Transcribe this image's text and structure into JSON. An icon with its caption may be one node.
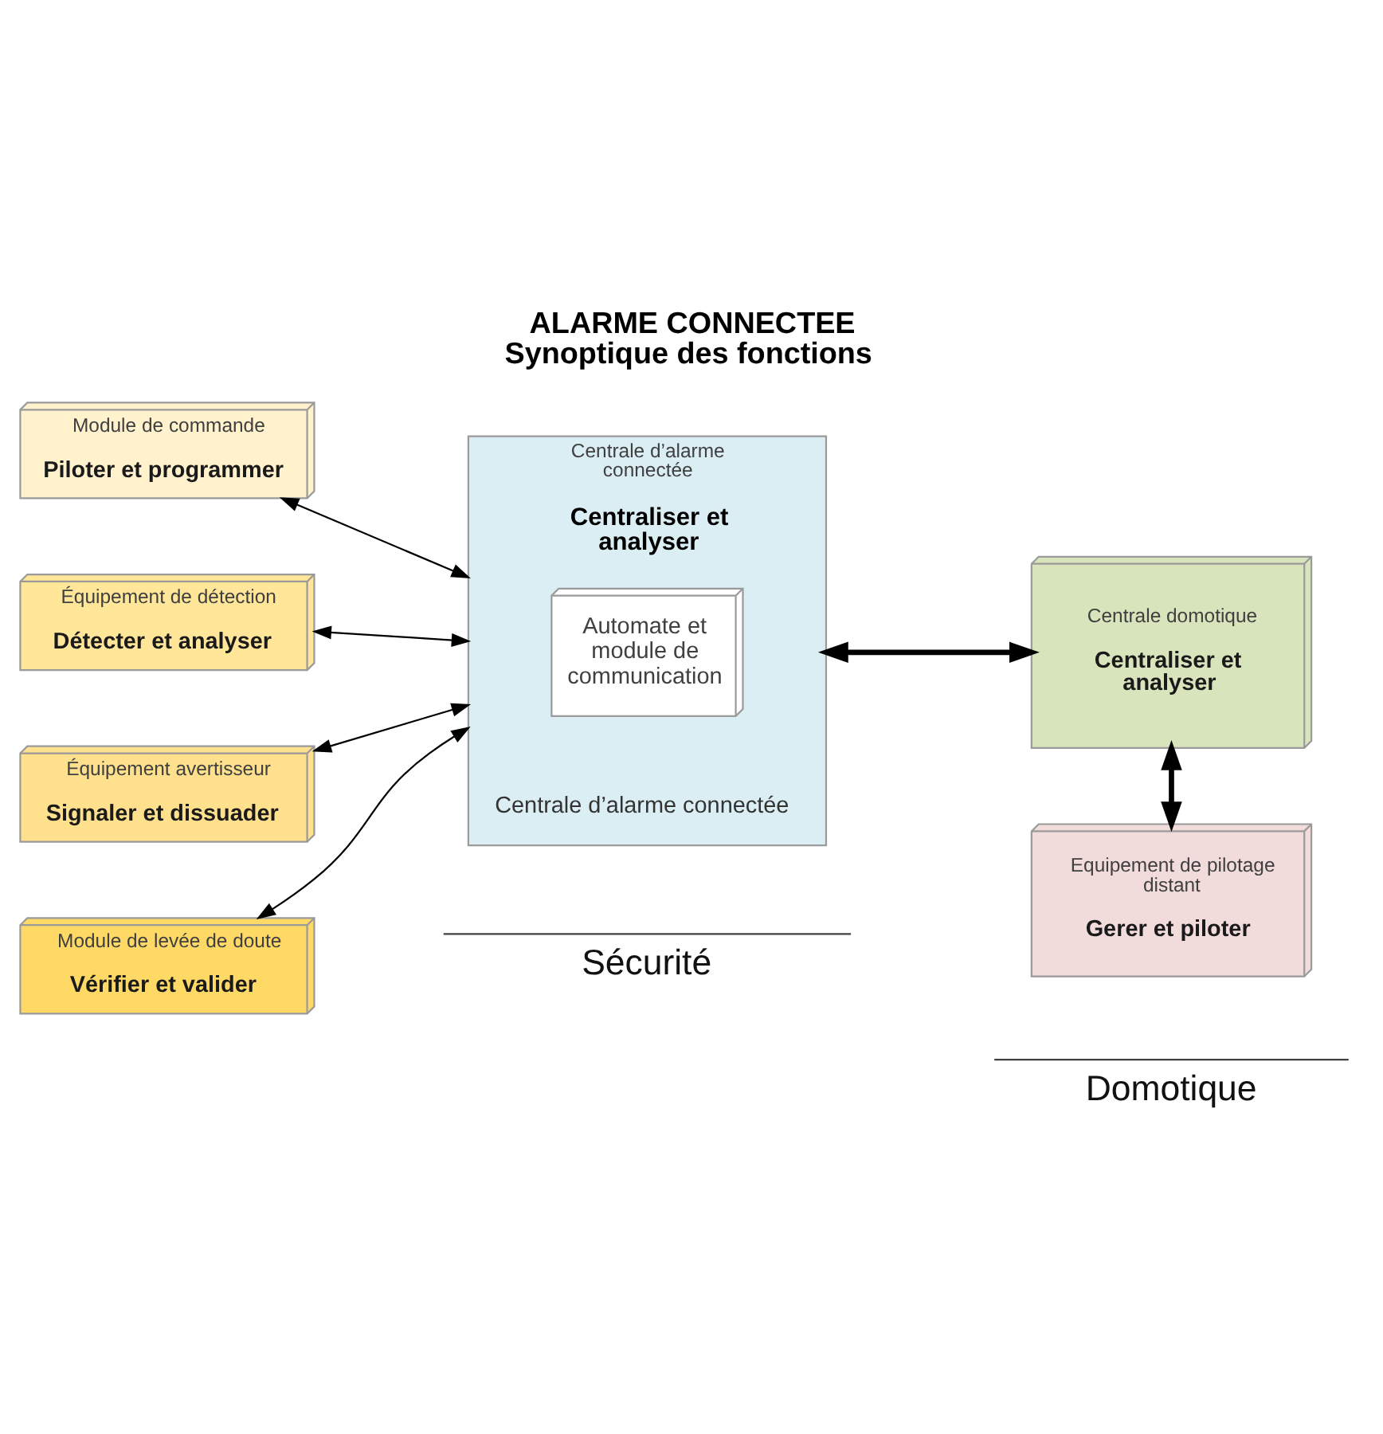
{
  "diagram": {
    "title": "ALARME CONNECTEE Synoptique des fonctions",
    "nodes": [
      {
        "text": [
          "Module de commande",
          "Piloter et programmer"
        ]
      },
      {
        "text": [
          "Équipement de détection",
          "Détecter et analyser"
        ]
      },
      {
        "text": [
          "Équipement avertisseur",
          "Signaler et dissuader"
        ]
      },
      {
        "text": [
          "Module de levée de doute",
          "Vérifier et valider"
        ]
      },
      {
        "text": [
          "Centrale d’alarme connectée",
          "Centraliser et analyser"
        ],
        "beside": [
          "Centrale d’alarme connectée"
        ]
      },
      {
        "text": [
          "Automate et module de communication"
        ],
        "in": 4
      },
      {
        "text": [
          "Centrale domotique",
          "Centraliser et analyser"
        ]
      },
      {
        "text": [
          "Equipement de pilotage distant",
          "Gerer et piloter"
        ]
      }
    ],
    "edges": [
      {
        "from": 0,
        "to": 4,
        "arrow": "both"
      },
      {
        "from": 1,
        "to": 4,
        "arrow": "both"
      },
      {
        "from": 2,
        "to": 4,
        "arrow": "both"
      },
      {
        "from": 3,
        "to": 4,
        "arrow": "both"
      },
      {
        "from": 4,
        "to": 6,
        "arrow": "both",
        "style": "thick"
      },
      {
        "from": 6,
        "to": 7,
        "arrow": "both",
        "style": "thick"
      }
    ],
    "labels": [
      "Sécurité",
      "Domotique"
    ]
  }
}
